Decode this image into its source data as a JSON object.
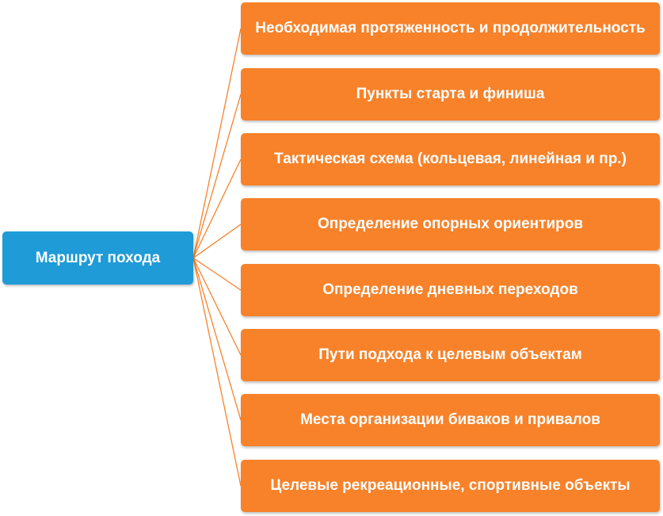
{
  "diagram": {
    "root": {
      "label": "Маршрут похода"
    },
    "children": [
      {
        "label": "Необходимая протяженность и продолжительность"
      },
      {
        "label": "Пункты старта и финиша"
      },
      {
        "label": "Тактическая схема (кольцевая, линейная и пр.)"
      },
      {
        "label": "Определение опорных ориентиров"
      },
      {
        "label": "Определение дневных переходов"
      },
      {
        "label": "Пути подхода к целевым объектам"
      },
      {
        "label": "Места организации биваков и привалов"
      },
      {
        "label": "Целевые рекреационные, спортивные объекты"
      }
    ]
  },
  "colors": {
    "root_fill": "#1f9bd7",
    "child_fill": "#f7822a",
    "connector": "#f7822a",
    "text": "#ffffff"
  }
}
